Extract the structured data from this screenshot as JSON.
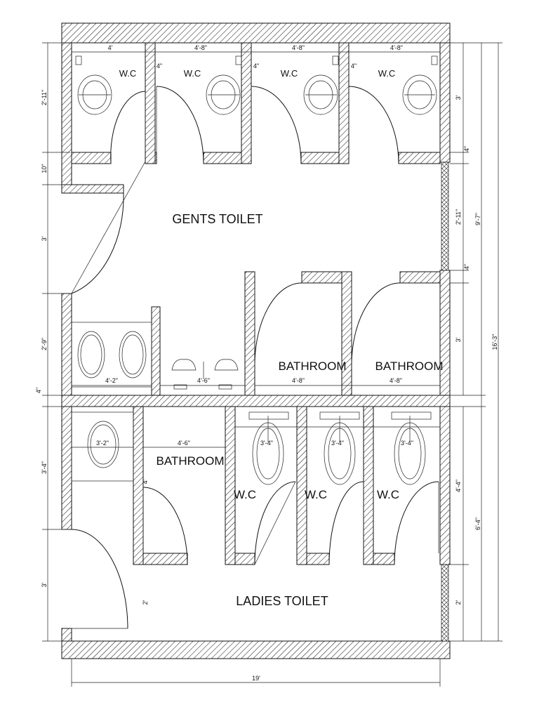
{
  "rooms": {
    "gents_toilet": "GENTS TOILET",
    "ladies_toilet": "LADIES TOILET",
    "bathroom_gents_1": "BATHROOM",
    "bathroom_gents_2": "BATHROOM",
    "bathroom_ladies": "BATHROOM",
    "wc_gents_1": "W.C",
    "wc_gents_2": "W.C",
    "wc_gents_3": "W.C",
    "wc_gents_4": "W.C",
    "wc_ladies_1": "W.C",
    "wc_ladies_2": "W.C",
    "wc_ladies_3": "W.C"
  },
  "dimensions": {
    "gents_wc_1_width": "4'",
    "gents_wc_2_width": "4'-8\"",
    "gents_wc_3_width": "4'-8\"",
    "gents_wc_4_width": "4'-8\"",
    "partition_1": "4\"",
    "partition_2": "4\"",
    "partition_3": "4\"",
    "left_wc_depth": "2'-11\"",
    "left_10": "10\"",
    "left_door": "3'",
    "left_wash": "2'-9\"",
    "left_wall": "4\"",
    "left_ladies_upper": "3'-4\"",
    "left_ladies_door": "3'",
    "right_wc": "3'",
    "right_4a": "4\"",
    "right_211": "2'-11\"",
    "right_4b": "4\"",
    "right_bath": "3'",
    "right_97": "9'-7\"",
    "right_163": "16'-3\"",
    "right_44": "4'-4\"",
    "right_64": "6'-4\"",
    "right_2": "2'",
    "wash_basin_width": "4'-2\"",
    "urinal_width": "4'-6\"",
    "bathroom_gents_1_width": "4'-8\"",
    "bathroom_gents_2_width": "4'-8\"",
    "ladies_basin": "3'-2\"",
    "ladies_bathroom_width": "4'-6\"",
    "ladies_bathroom_depth": "4'",
    "ladies_wc_1_width": "3'-4\"",
    "ladies_wc_2_width": "3'-4\"",
    "ladies_wc_3_width": "3'-4\"",
    "ladies_passage": "2'",
    "overall_width": "19'"
  }
}
